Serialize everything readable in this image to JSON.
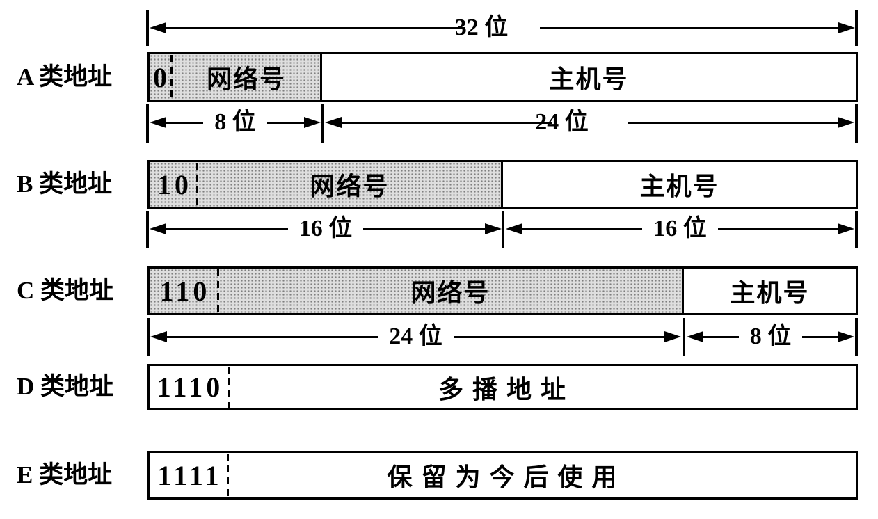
{
  "diagram": {
    "title_dimension": {
      "label": "32 位"
    },
    "rows": [
      {
        "id": "A",
        "label": "A 类地址",
        "prefix": "0",
        "network": "网络号",
        "host": "主机号",
        "dim_left": "8 位",
        "dim_right": "24 位"
      },
      {
        "id": "B",
        "label": "B 类地址",
        "prefix": "10",
        "network": "网络号",
        "host": "主机号",
        "dim_left": "16 位",
        "dim_right": "16 位"
      },
      {
        "id": "C",
        "label": "C 类地址",
        "prefix": "110",
        "network": "网络号",
        "host": "主机号",
        "dim_left": "24 位",
        "dim_right": "8 位"
      },
      {
        "id": "D",
        "label": "D 类地址",
        "prefix": "1110",
        "body": "多 播 地 址"
      },
      {
        "id": "E",
        "label": "E 类地址",
        "prefix": "1111",
        "body": "保 留 为 今 后 使 用"
      }
    ],
    "colors": {
      "shaded_fill": "#dedede",
      "shaded_dot": "#7e7e7e",
      "line": "#000000",
      "background": "#ffffff"
    }
  }
}
